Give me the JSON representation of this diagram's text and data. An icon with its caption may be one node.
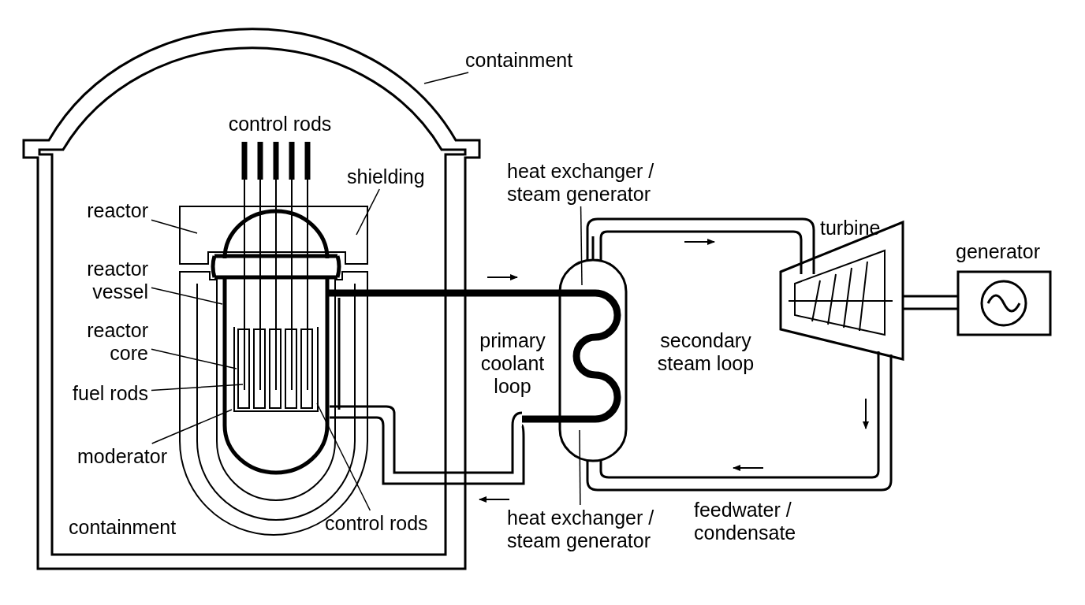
{
  "diagram": {
    "nodes": [
      {
        "text": [
          "containment"
        ]
      },
      {
        "text": [
          "shielding"
        ]
      },
      {
        "text": [
          "reactor"
        ]
      },
      {
        "text": [
          "reactor vessel"
        ]
      },
      {
        "text": [
          "reactor core"
        ]
      },
      {
        "text": [
          "fuel rods"
        ]
      },
      {
        "text": [
          "moderator"
        ]
      },
      {
        "text": [
          "control rods"
        ]
      },
      {
        "text": [
          "heat exchanger / steam generator"
        ]
      },
      {
        "text": [
          "heat exchanger / steam generator"
        ]
      }
    ],
    "edges": [
      {
        "from": 0,
        "to": null,
        "arrow": "none"
      },
      {
        "from": 1,
        "to": null,
        "arrow": "none"
      },
      {
        "from": 2,
        "to": null,
        "arrow": "none"
      },
      {
        "from": 3,
        "to": null,
        "arrow": "none"
      },
      {
        "from": 4,
        "to": null,
        "arrow": "none"
      },
      {
        "from": 5,
        "to": null,
        "arrow": "none"
      },
      {
        "from": 6,
        "to": null,
        "arrow": "none"
      },
      {
        "from": 7,
        "to": null,
        "arrow": "none"
      },
      {
        "from": 8,
        "to": null,
        "arrow": "none"
      },
      {
        "from": 9,
        "to": null,
        "arrow": "none"
      }
    ],
    "labels": [
      "control rods",
      "turbine",
      "generator",
      "primary coolant loop",
      "secondary steam loop",
      "containment",
      "feedwater / condensate"
    ]
  }
}
